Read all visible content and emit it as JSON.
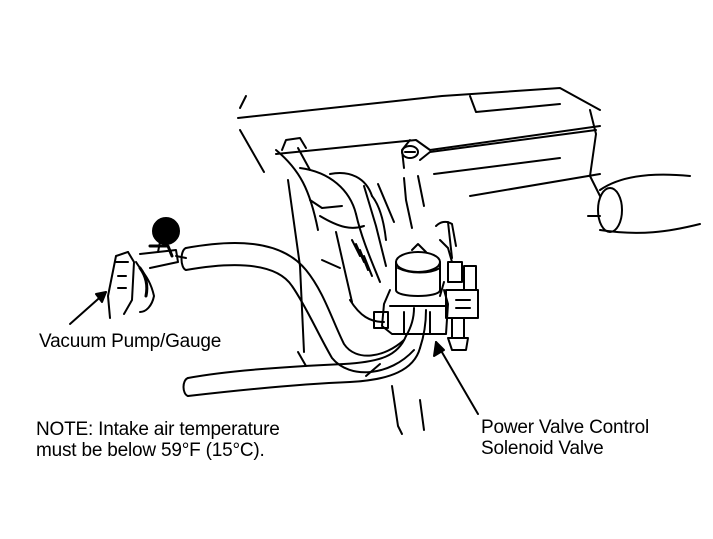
{
  "labels": {
    "pump": "Vacuum Pump/Gauge",
    "note_line1": "NOTE: Intake air temperature",
    "note_line2": "must be below 59°F (15°C).",
    "valve_line1": "Power Valve Control",
    "valve_line2": "Solenoid Valve"
  },
  "colors": {
    "ink": "#000000",
    "paper": "#ffffff"
  }
}
